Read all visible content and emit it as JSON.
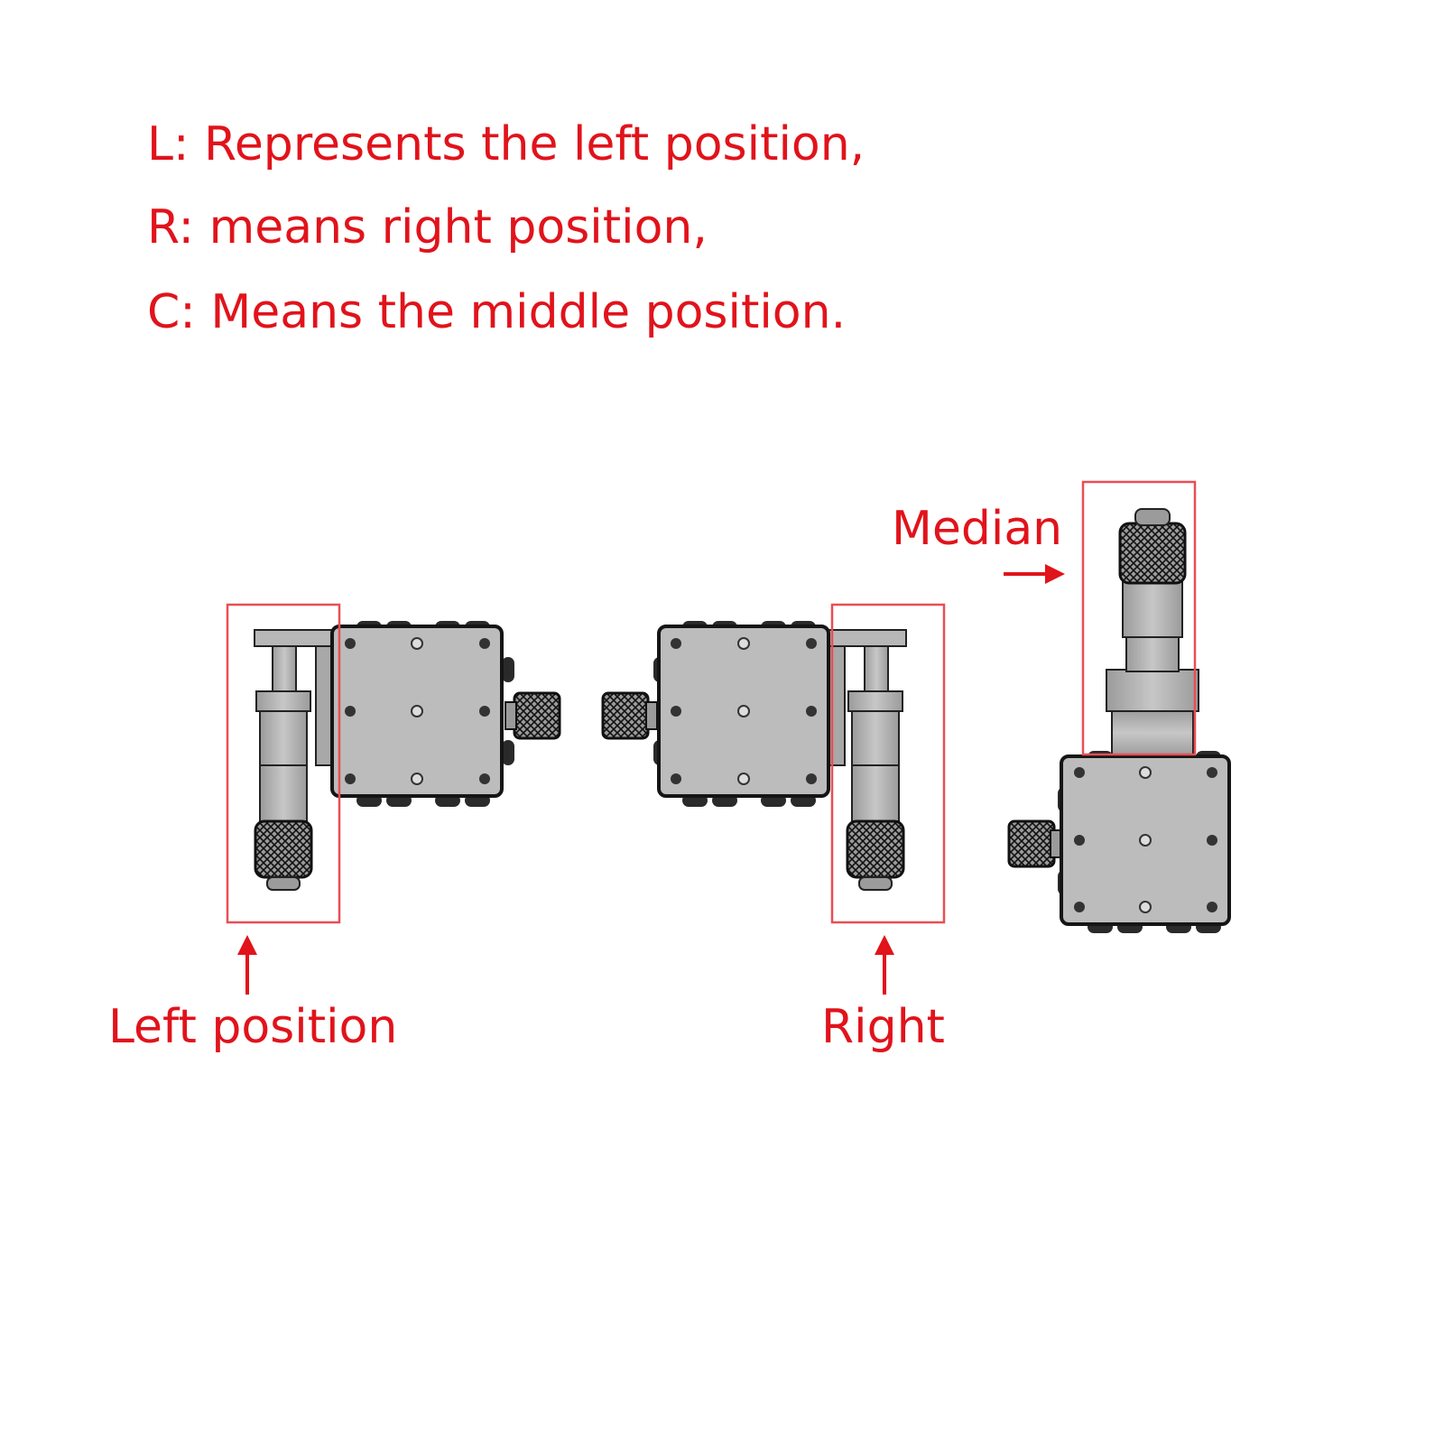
{
  "legend": {
    "line_l": "L: Represents the left position,",
    "line_r": "R: means right position,",
    "line_c": "C: Means the middle position."
  },
  "callouts": {
    "left": "Left position",
    "right": "Right",
    "median": "Median"
  },
  "colors": {
    "accent": "#e1131b",
    "stage_fill": "#b9b9b9",
    "stage_edge": "#1a1a1a",
    "background": "#ffffff"
  }
}
